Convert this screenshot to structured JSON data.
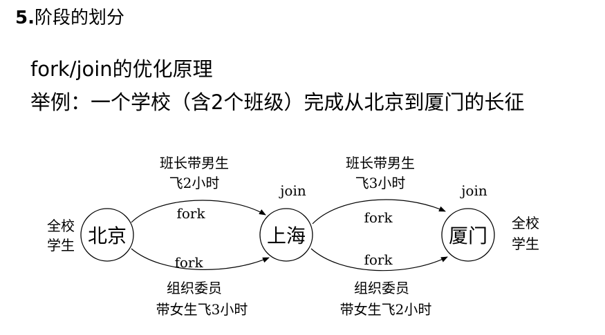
{
  "heading": {
    "number": "5.",
    "text": "阶段的划分"
  },
  "subtitle": "fork/join的优化原理",
  "example": "举例：一个学校（含2个班级）完成从北京到厦门的长征",
  "diagram": {
    "nodes": [
      {
        "id": "beijing",
        "label": "北京"
      },
      {
        "id": "shanghai",
        "label": "上海"
      },
      {
        "id": "xiamen",
        "label": "厦门"
      }
    ],
    "left_side_label": [
      "全校",
      "学生"
    ],
    "right_side_label": [
      "全校",
      "学生"
    ],
    "segments": [
      {
        "top_labels": [
          "班长带男生",
          "飞2小时"
        ],
        "top_arrow": "fork",
        "bottom_arrow": "fork",
        "bottom_labels": [
          "组织委员",
          "带女生飞3小时"
        ],
        "join_label": "join"
      },
      {
        "top_labels": [
          "班长带男生",
          "飞3小时"
        ],
        "top_arrow": "fork",
        "bottom_arrow": "fork",
        "bottom_labels": [
          "组织委员",
          "带女生飞2小时"
        ],
        "join_label": "join"
      }
    ]
  }
}
